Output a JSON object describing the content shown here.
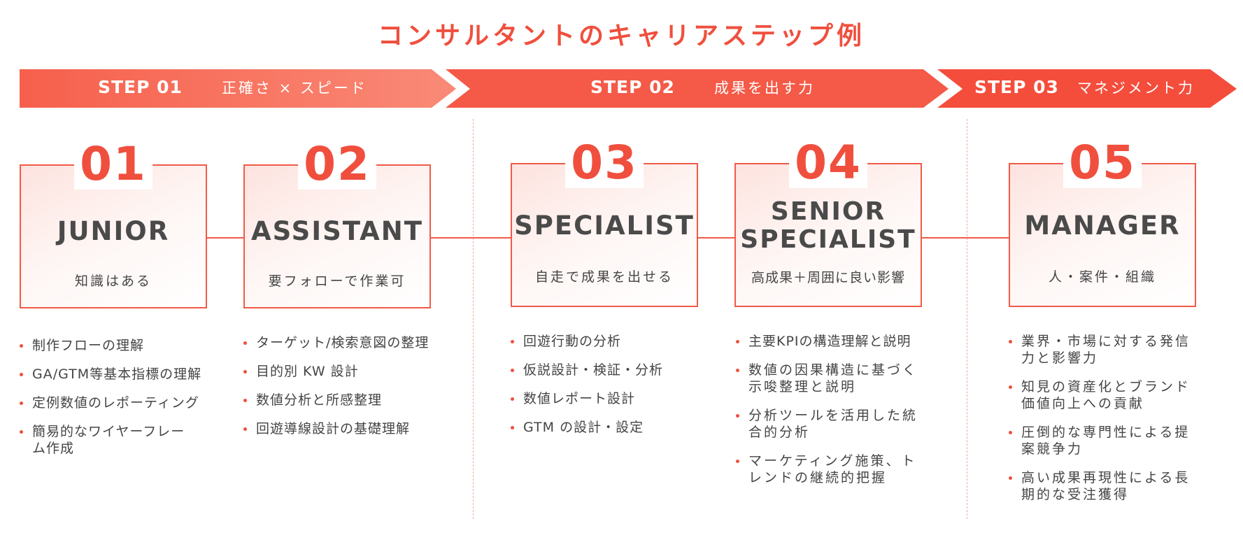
{
  "title": "コンサルタントのキャリアステップ例",
  "steps": [
    {
      "name": "STEP 01",
      "theme": "正確さ × スピード"
    },
    {
      "name": "STEP 02",
      "theme": "成果を出す力"
    },
    {
      "name": "STEP 03",
      "theme": "マネジメント力"
    }
  ],
  "colors": {
    "accent": "#f04f3e",
    "step1": "#f5735f",
    "step2": "#f45a47",
    "step3": "#f44d3c"
  },
  "levels": [
    {
      "num": "01",
      "role": [
        "JUNIOR"
      ],
      "desc": "知識はある",
      "bullets": [
        "制作フローの理解",
        "GA/GTM等基本指標の理解",
        "定例数値のレポーティング",
        "簡易的なワイヤーフレーム作成"
      ]
    },
    {
      "num": "02",
      "role": [
        "ASSISTANT"
      ],
      "desc": "要フォローで作業可",
      "bullets": [
        "ターゲット/検索意図の整理",
        "目的別 KW 設計",
        "数値分析と所感整理",
        "回遊導線設計の基礎理解"
      ]
    },
    {
      "num": "03",
      "role": [
        "SPECIALIST"
      ],
      "desc": "自走で成果を出せる",
      "bullets": [
        "回遊行動の分析",
        "仮説設計・検証・分析",
        "数値レポート設計",
        "GTM の設計・設定"
      ]
    },
    {
      "num": "04",
      "role": [
        "SENIOR",
        "SPECIALIST"
      ],
      "desc": "高成果＋周囲に良い影響",
      "bullets": [
        "主要KPIの構造理解と説明",
        "数値の因果構造に基づく示唆整理と説明",
        "分析ツールを活用した統合的分析",
        "マーケティング施策、トレンドの継続的把握"
      ]
    },
    {
      "num": "05",
      "role": [
        "MANAGER"
      ],
      "desc": "人・案件・組織",
      "bullets": [
        "業界・市場に対する発信力と影響力",
        "知見の資産化とブランド価値向上への貢献",
        "圧倒的な専門性による提案競争力",
        "高い成果再現性による長期的な受注獲得"
      ]
    }
  ]
}
